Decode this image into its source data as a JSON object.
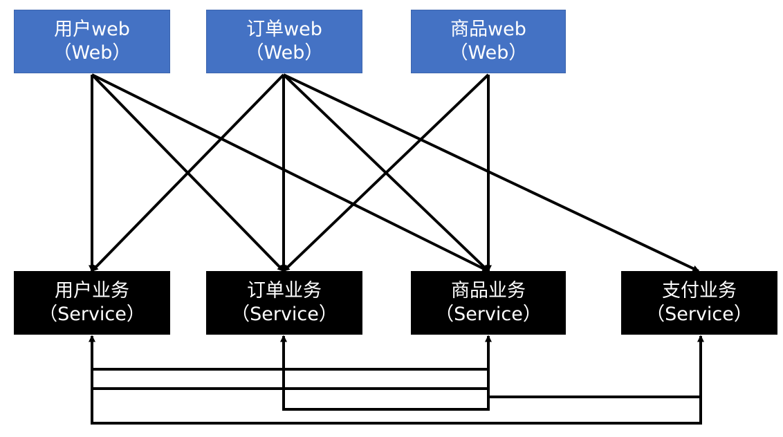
{
  "web_layer": [
    {
      "name": "用户web",
      "type": "（Web）"
    },
    {
      "name": "订单web",
      "type": "（Web）"
    },
    {
      "name": "商品web",
      "type": "（Web）"
    }
  ],
  "service_layer": [
    {
      "name": "用户业务",
      "type": "（Service）"
    },
    {
      "name": "订单业务",
      "type": "（Service）"
    },
    {
      "name": "商品业务",
      "type": "（Service）"
    },
    {
      "name": "支付业务",
      "type": "（Service）"
    }
  ],
  "colors": {
    "web_box_fill": "#4472C4",
    "service_box_fill": "#000000",
    "box_text": "#ffffff",
    "arrow": "#000000"
  },
  "web_to_service_calls": [
    {
      "from": "用户web",
      "to": "用户业务"
    },
    {
      "from": "用户web",
      "to": "订单业务"
    },
    {
      "from": "用户web",
      "to": "商品业务"
    },
    {
      "from": "订单web",
      "to": "用户业务"
    },
    {
      "from": "订单web",
      "to": "订单业务"
    },
    {
      "from": "订单web",
      "to": "商品业务"
    },
    {
      "from": "订单web",
      "to": "支付业务"
    },
    {
      "from": "商品web",
      "to": "订单业务"
    },
    {
      "from": "商品web",
      "to": "商品业务"
    }
  ],
  "service_to_service_links": [
    {
      "between": [
        "用户业务",
        "商品业务"
      ]
    },
    {
      "between": [
        "用户业务",
        "商品业务"
      ]
    },
    {
      "between": [
        "商品业务",
        "支付业务"
      ]
    },
    {
      "between": [
        "订单业务",
        "商品业务"
      ]
    },
    {
      "between": [
        "用户业务",
        "支付业务"
      ]
    }
  ]
}
